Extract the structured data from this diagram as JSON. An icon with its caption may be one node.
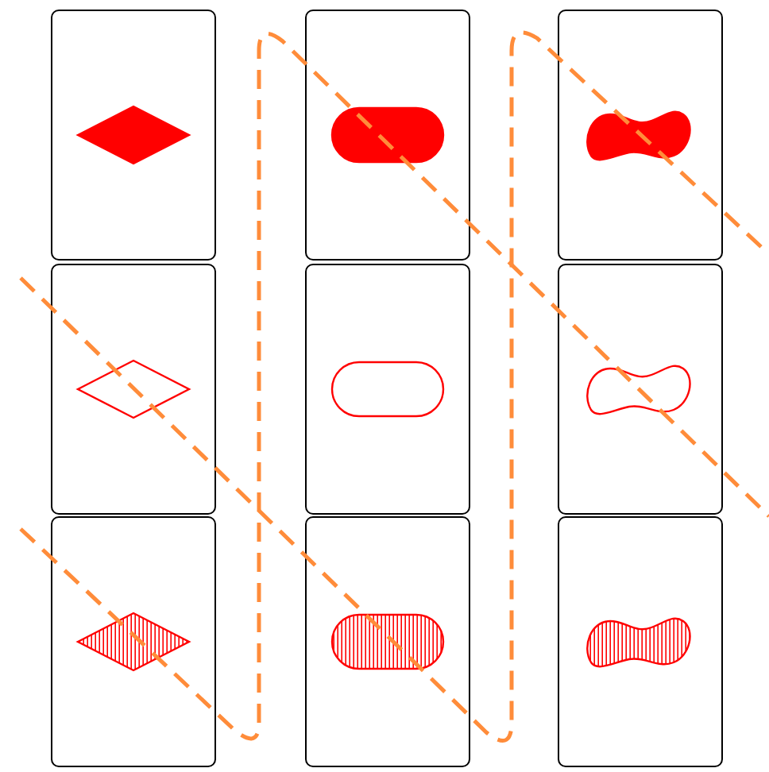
{
  "diagram": {
    "nodes": [
      {
        "text": [],
        "shape": "box"
      },
      {
        "text": [],
        "shape": "diamond",
        "in": 0
      },
      {
        "text": [],
        "shape": "box"
      },
      {
        "text": [],
        "shape": "oval",
        "in": 2
      },
      {
        "text": [],
        "shape": "box"
      },
      {
        "text": [],
        "shape": "squiggle",
        "in": 4
      },
      {
        "text": [],
        "shape": "box"
      },
      {
        "text": [],
        "shape": "diamond",
        "in": 6
      },
      {
        "text": [],
        "shape": "box"
      },
      {
        "text": [],
        "shape": "oval",
        "in": 8
      },
      {
        "text": [],
        "shape": "box"
      },
      {
        "text": [],
        "shape": "squiggle",
        "in": 10
      },
      {
        "text": [],
        "shape": "box"
      },
      {
        "text": [],
        "shape": "diamond",
        "in": 12
      },
      {
        "text": [],
        "shape": "box"
      },
      {
        "text": [],
        "shape": "oval",
        "in": 14
      },
      {
        "text": [],
        "shape": "box"
      },
      {
        "text": [],
        "shape": "squiggle",
        "in": 16
      }
    ]
  }
}
